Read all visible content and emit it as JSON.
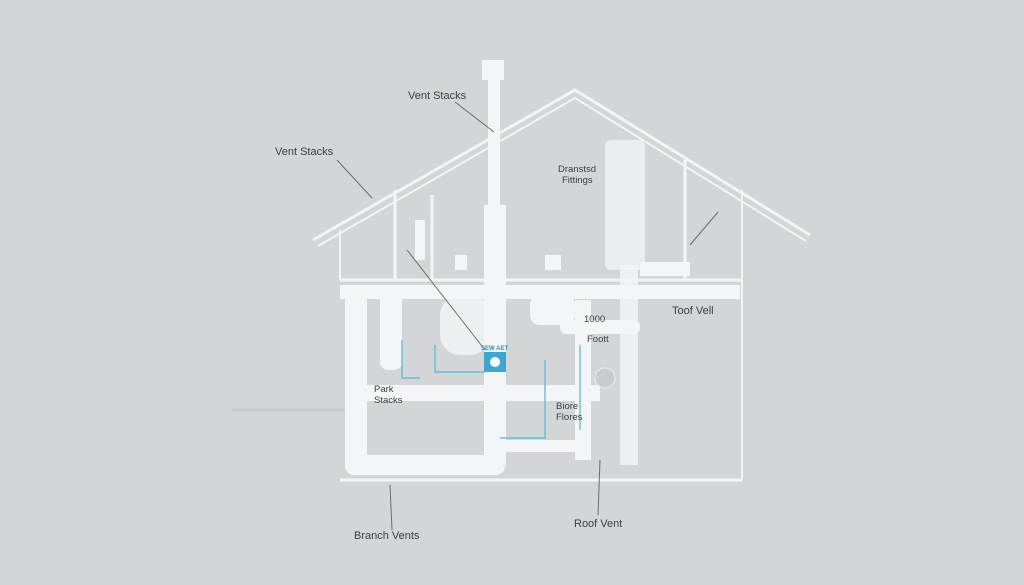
{
  "labels": {
    "vent_stacks_top": "Vent Stacks",
    "vent_stacks_left": "Vent Stacks",
    "drain_fittings_1": "Dranstsd",
    "drain_fittings_2": "Fittings",
    "toof_vell": "Toof Vell",
    "small_1": "1000",
    "small_2": "Foott",
    "park_1": "Park",
    "park_2": "Stacks",
    "biore_1": "Biore",
    "biore_2": "Flores",
    "branch_vents": "Branch Vents",
    "roof_vent": "Roof Vent",
    "badge": "SEW AET"
  },
  "colors": {
    "background": "#d3d5d7",
    "pipe": "#f4f5f6",
    "accent": "#4fb8d8"
  }
}
